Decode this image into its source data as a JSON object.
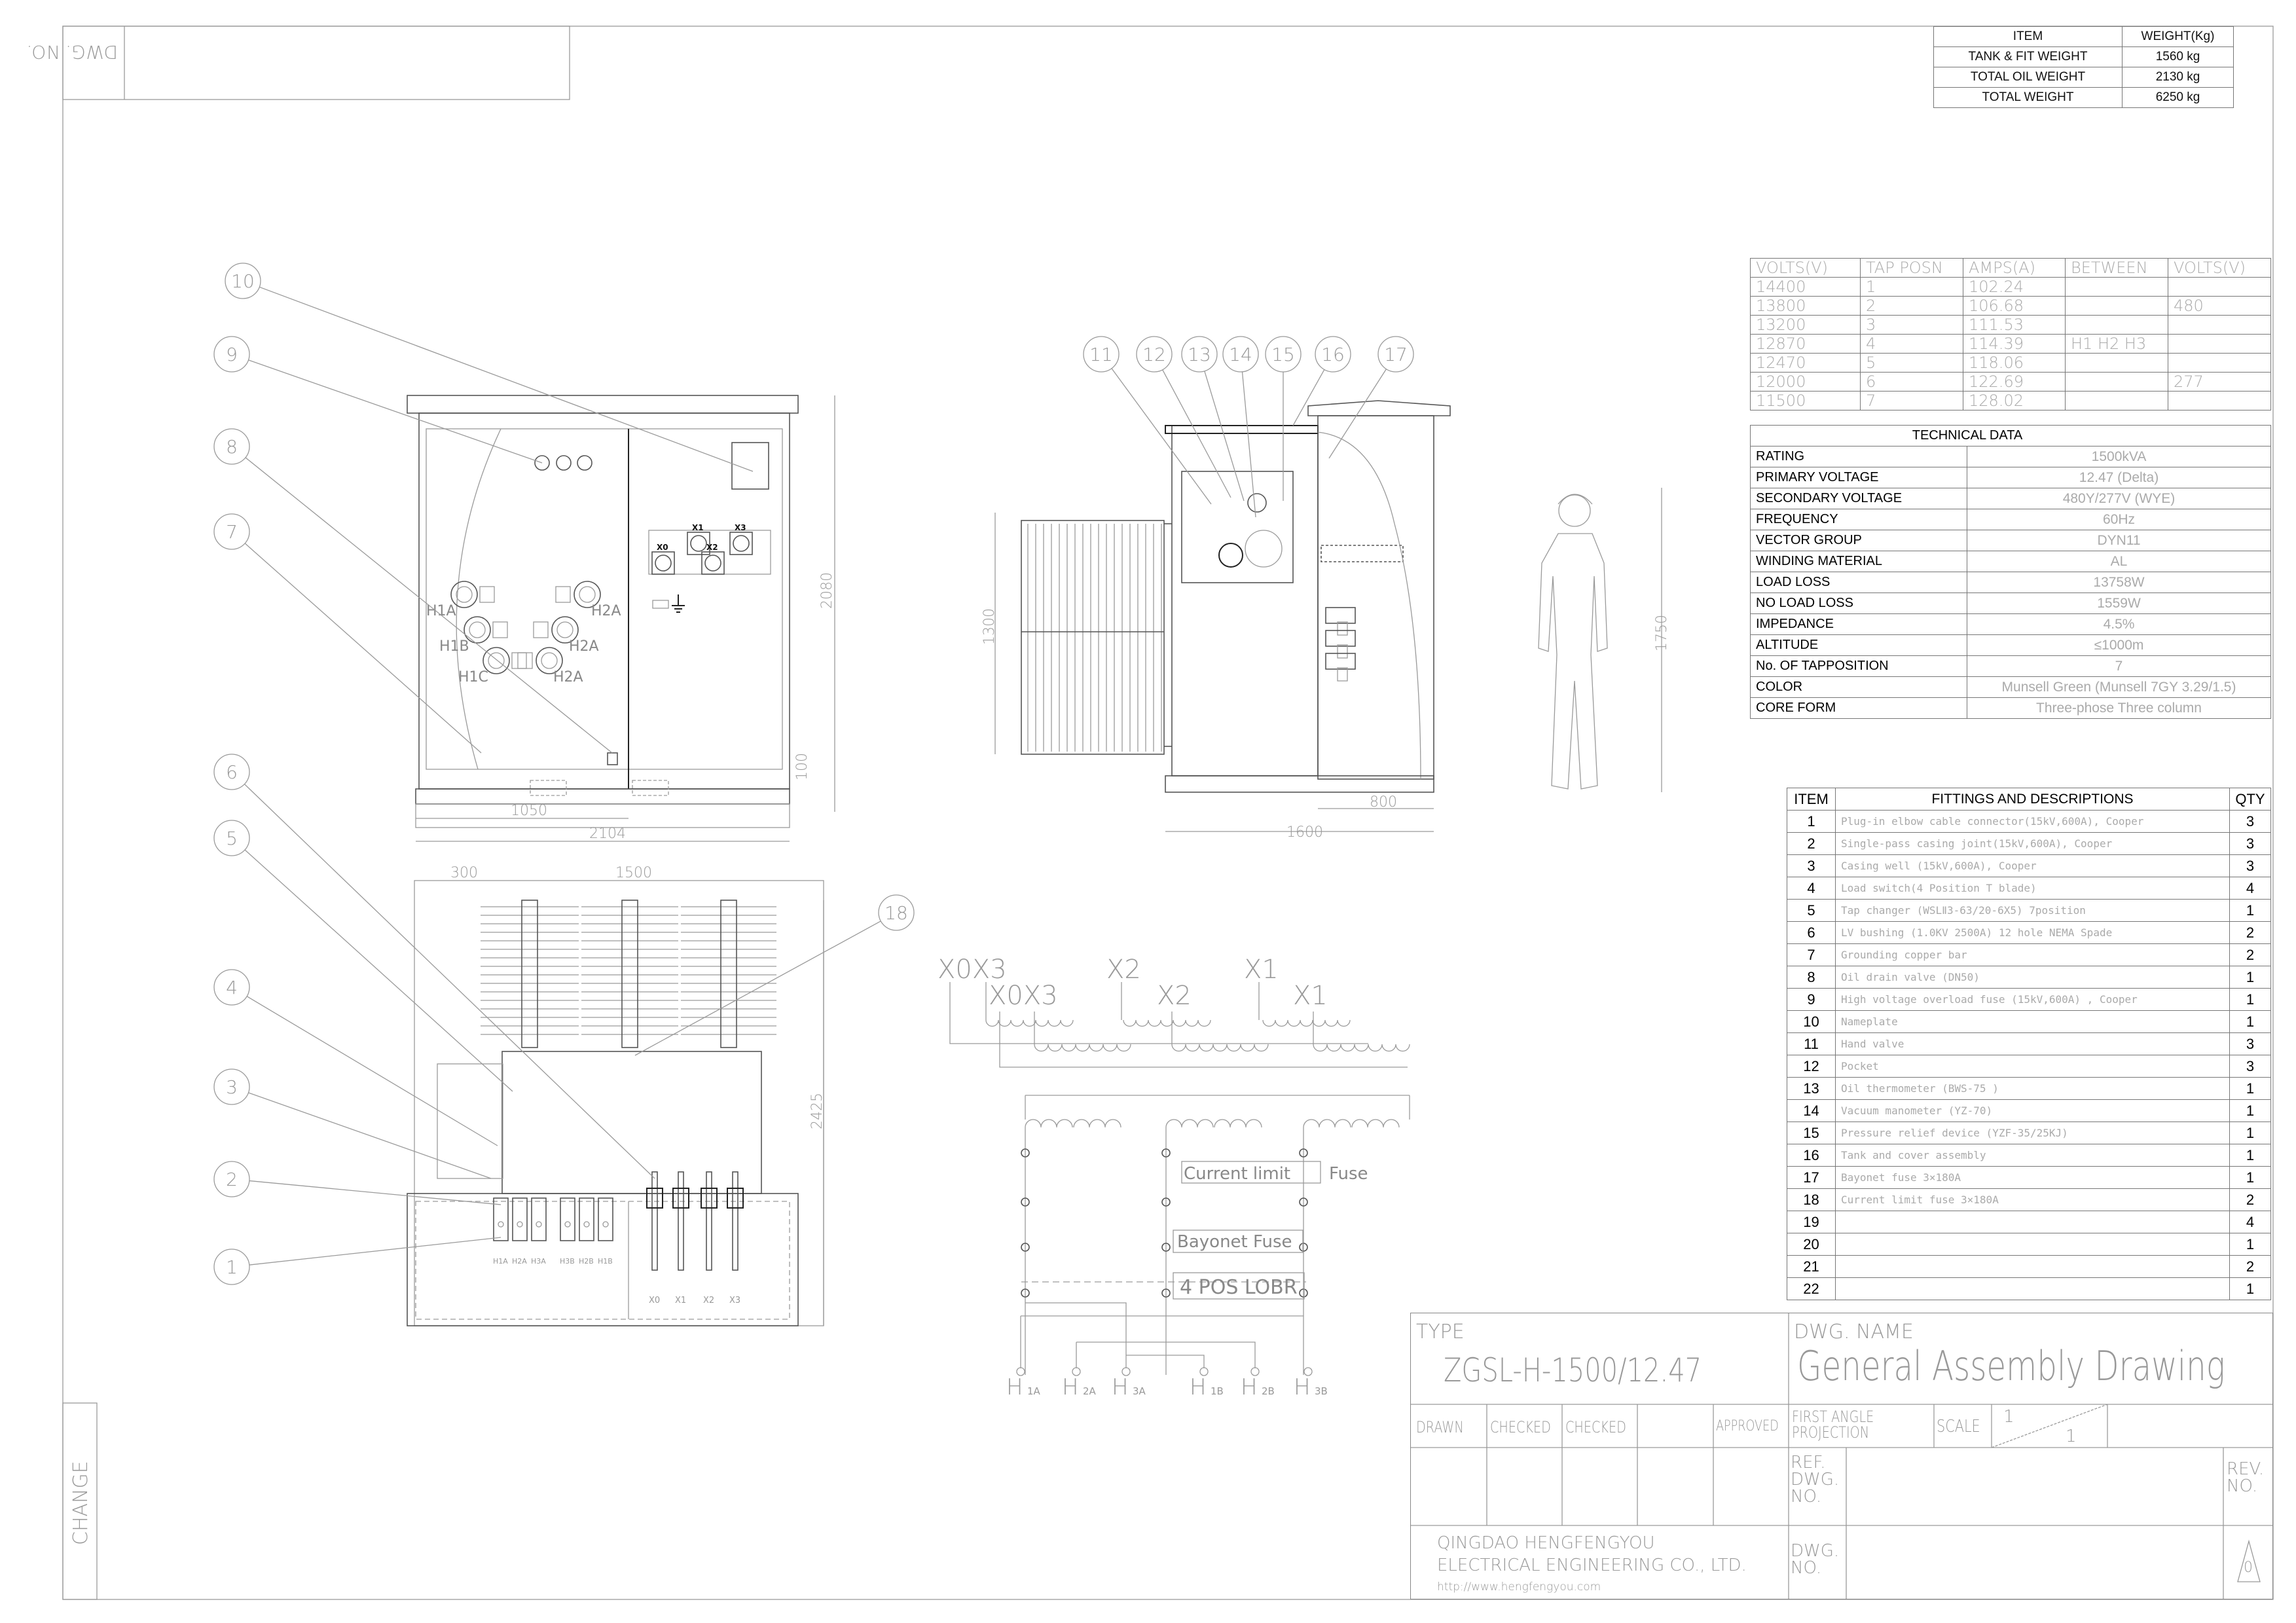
{
  "frame": {
    "dwg_no_label": "DWG. NO.",
    "change_label": "CHANGE"
  },
  "weight_table": {
    "headers": [
      "ITEM",
      "WEIGHT(Kg)"
    ],
    "rows": [
      [
        "TANK & FIT WEIGHT",
        "1560 kg"
      ],
      [
        "TOTAL OIL WEIGHT",
        "2130 kg"
      ],
      [
        "TOTAL WEIGHT",
        "6250 kg"
      ]
    ]
  },
  "tap_table": {
    "headers": [
      "VOLTS(V)",
      "TAP POSN",
      "AMPS(A)",
      "BETWEEN",
      "VOLTS(V)"
    ],
    "rows": [
      [
        "14400",
        "1",
        "102.24",
        "",
        ""
      ],
      [
        "13800",
        "2",
        "106.68",
        "",
        "480"
      ],
      [
        "13200",
        "3",
        "111.53",
        "",
        ""
      ],
      [
        "12870",
        "4",
        "114.39",
        "H1 H2 H3",
        ""
      ],
      [
        "12470",
        "5",
        "118.06",
        "",
        ""
      ],
      [
        "12000",
        "6",
        "122.69",
        "",
        "277"
      ],
      [
        "11500",
        "7",
        "128.02",
        "",
        ""
      ]
    ]
  },
  "technical_data": {
    "title": "TECHNICAL DATA",
    "rows": [
      [
        "RATING",
        "1500kVA"
      ],
      [
        "PRIMARY VOLTAGE",
        "12.47 (Delta)"
      ],
      [
        "SECONDARY  VOLTAGE",
        "480Y/277V (WYE)"
      ],
      [
        "FREQUENCY",
        "60Hz"
      ],
      [
        "VECTOR GROUP",
        "DYN11"
      ],
      [
        "WINDING MATERIAL",
        "AL"
      ],
      [
        "LOAD LOSS",
        "13758W"
      ],
      [
        "NO LOAD LOSS",
        "1559W"
      ],
      [
        "IMPEDANCE",
        "4.5%"
      ],
      [
        "ALTITUDE",
        "≤1000m"
      ],
      [
        "No. OF TAPPOSITION",
        "7"
      ],
      [
        "COLOR",
        "Munsell Green (Munsell 7GY 3.29/1.5)"
      ],
      [
        "CORE FORM",
        "Three-phose Three column"
      ]
    ]
  },
  "fittings": {
    "headers": [
      "ITEM",
      "FITTINGS AND DESCRIPTIONS",
      "QTY"
    ],
    "rows": [
      [
        "1",
        "Plug-in elbow cable connector(15kV,600A), Cooper",
        "3"
      ],
      [
        "2",
        "Single-pass casing joint(15kV,600A), Cooper",
        "3"
      ],
      [
        "3",
        "Casing well (15kV,600A), Cooper",
        "3"
      ],
      [
        "4",
        "Load switch(4 Position T blade)",
        "4"
      ],
      [
        "5",
        "Tap changer (WSLⅡ3-63/20-6X5) 7position",
        "1"
      ],
      [
        "6",
        "LV bushing (1.0KV  2500A) 12 hole NEMA Spade",
        "2"
      ],
      [
        "7",
        "Grounding copper bar",
        "2"
      ],
      [
        "8",
        "Oil drain valve (DN50)",
        "1"
      ],
      [
        "9",
        "High voltage overload fuse (15kV,600A) , Cooper",
        "1"
      ],
      [
        "10",
        "Nameplate",
        "1"
      ],
      [
        "11",
        "Hand valve",
        "3"
      ],
      [
        "12",
        "Pocket",
        "3"
      ],
      [
        "13",
        " Oil thermometer (BWS-75 )",
        "1"
      ],
      [
        "14",
        " Vacuum manometer (YZ-70)",
        "1"
      ],
      [
        "15",
        "Pressure relief device (YZF-35/25KJ)",
        "1"
      ],
      [
        "16",
        "Tank and cover assembly",
        "1"
      ],
      [
        "17",
        "Bayonet fuse 3×180A",
        "1"
      ],
      [
        "18",
        "Current limit fuse 3×180A",
        "2"
      ],
      [
        "19",
        "",
        "4"
      ],
      [
        "20",
        "",
        "1"
      ],
      [
        "21",
        "",
        "2"
      ],
      [
        "22",
        "",
        "1"
      ]
    ]
  },
  "title_block": {
    "type_label": "TYPE",
    "type_value": "ZGSL-H-1500/12.47",
    "dwg_name_label": "DWG. NAME",
    "dwg_name_value": "General Assembly Drawing",
    "drawn": "DRAWN",
    "checked1": "CHECKED",
    "checked2": "CHECKED",
    "approved": "APPROVED",
    "projection": "FIRST ANGLE PROJECTION",
    "scale_label": "SCALE",
    "scale_num": "1",
    "scale_den": "1",
    "ref_dwg_no": "REF. DWG. NO.",
    "rev_no": "REV. NO.",
    "company_line1": "QINGDAO HENGFENGYOU",
    "company_line2": "ELECTRICAL ENGINEERING CO., LTD.",
    "company_url": "http://www.hengfengyou.com",
    "dwg_no": "DWG. NO.",
    "rev_mark": "0"
  },
  "balloons": [
    "1",
    "2",
    "3",
    "4",
    "5",
    "6",
    "7",
    "8",
    "9",
    "10",
    "11",
    "12",
    "13",
    "14",
    "15",
    "16",
    "17",
    "18"
  ],
  "front_view": {
    "dims": {
      "width": "2104",
      "half": "1050",
      "height": "2080",
      "base": "100"
    },
    "hv_labels": [
      "H1A",
      "H2A",
      "H1B",
      "H2A",
      "H1C",
      "H2A"
    ],
    "lv_labels": [
      "X1",
      "X3",
      "X0",
      "X2"
    ]
  },
  "side_view": {
    "dims": {
      "radiator": "1300",
      "person": "1750",
      "cabinet": "800",
      "overall": "1600"
    }
  },
  "top_view": {
    "dims": {
      "left": "300",
      "width": "1500",
      "depth": "2425"
    },
    "hv_labels": [
      "H1A",
      "H2A",
      "H3A",
      "H3B",
      "H2B",
      "H1B"
    ],
    "lv_labels": [
      "X0",
      "X1",
      "X2",
      "X3"
    ]
  },
  "schematic": {
    "lv_labels": [
      "X0X3",
      "X0X3",
      "X2",
      "X2",
      "X1",
      "X1"
    ],
    "current_limit": "Current limit",
    "fuse": "Fuse",
    "bayonet": "Bayonet Fuse",
    "lobr": "4 POS LOBR",
    "h_main": [
      "H",
      "H",
      "H",
      "H",
      "H",
      "H"
    ],
    "h_sub": [
      "1A",
      "2A",
      "3A",
      "1B",
      "2B",
      "3B"
    ]
  }
}
